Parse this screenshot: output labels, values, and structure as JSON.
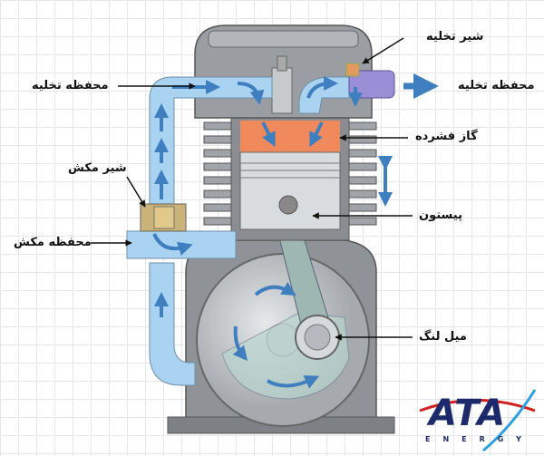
{
  "labels": {
    "discharge_valve": "شیر تخلیه",
    "discharge_chamber_right": "محفظه تخلیه",
    "discharge_chamber_left": "محفظه تخلیه",
    "compressed_gas": "گاز فشرده",
    "suction_valve": "شیر مکش",
    "suction_chamber": "محفظه مکش",
    "piston": "پیستون",
    "crankshaft": "میل لنگ"
  },
  "logo": {
    "name": "ATA",
    "sub": "ENERGY"
  },
  "colors": {
    "body": "#9a9ea3",
    "gas": "#f08a5d",
    "pipe": "#a9d3f0",
    "arrow": "#3f7fc0",
    "discharge": "#9a8fd6"
  }
}
